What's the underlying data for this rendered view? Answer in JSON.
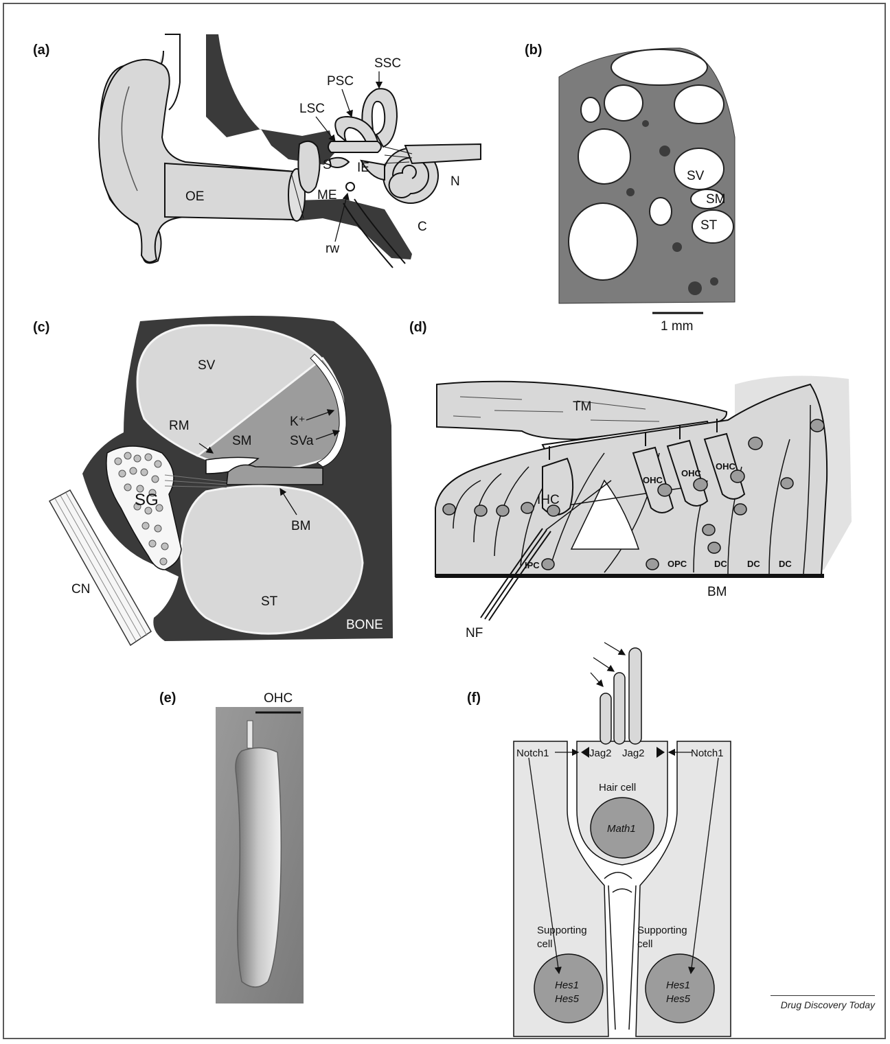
{
  "panels": {
    "a": {
      "label": "(a)",
      "labels": {
        "ssc": "SSC",
        "psc": "PSC",
        "lsc": "LSC",
        "s": "S",
        "ie": "IE",
        "n": "N",
        "oe": "OE",
        "me": "ME",
        "c": "C",
        "rw": "rw"
      }
    },
    "b": {
      "label": "(b)",
      "labels": {
        "sv": "SV",
        "sm": "SM",
        "st": "ST"
      },
      "scalebar": "1 mm"
    },
    "c": {
      "label": "(c)",
      "labels": {
        "sv": "SV",
        "rm": "RM",
        "sm": "SM",
        "k": "K⁺",
        "sva": "SVa",
        "sg": "SG",
        "bm": "BM",
        "cn": "CN",
        "st": "ST",
        "bone": "BONE"
      }
    },
    "d": {
      "label": "(d)",
      "labels": {
        "tm": "TM",
        "ihc": "IHC",
        "ohc1": "OHC",
        "ohc2": "OHC",
        "ohc3": "OHC",
        "ipc": "IPC",
        "opc": "OPC",
        "dc1": "DC",
        "dc2": "DC",
        "dc3": "DC",
        "bm": "BM",
        "nf": "NF"
      }
    },
    "e": {
      "label": "(e)",
      "caption": "OHC"
    },
    "f": {
      "label": "(f)",
      "labels": {
        "notch_left": "Notch1",
        "jag_left": "Jag2",
        "jag_right": "Jag2",
        "notch_right": "Notch1",
        "hair_cell": "Hair cell",
        "math1": "Math1",
        "sc_left_1": "Supporting",
        "sc_left_2": "cell",
        "sc_right_1": "Supporting",
        "sc_right_2": "cell",
        "hes_left_1": "Hes1",
        "hes_left_2": "Hes5",
        "hes_right_1": "Hes1",
        "hes_right_2": "Hes5"
      }
    }
  },
  "footer": {
    "journal": "Drug Discovery Today"
  },
  "colors": {
    "light_gray": "#d8d8d8",
    "mid_gray": "#9c9c9c",
    "bone": "#3a3a3a",
    "cell_fill": "#e6e6e6"
  }
}
